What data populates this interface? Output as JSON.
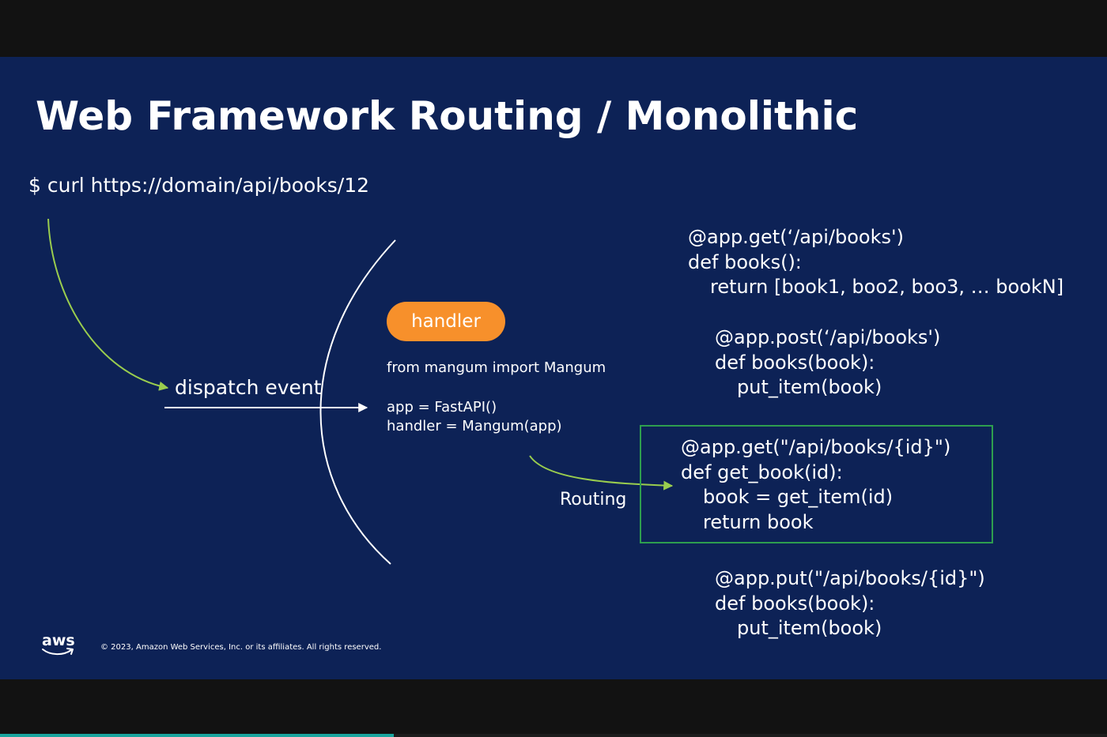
{
  "slide": {
    "title": "Web Framework Routing / Monolithic",
    "curl_command": "$ curl https://domain/api/books/12",
    "dispatch_label": "dispatch event",
    "handler_label": "handler",
    "handler_code": {
      "line1": "from mangum import Mangum",
      "line2": "app = FastAPI()",
      "line3": "handler = Mangum(app)"
    },
    "routing_label": "Routing",
    "routes": {
      "get_books": {
        "line1": "@app.get(‘/api/books')",
        "line2": "def books():",
        "line3": "return [book1, boo2, boo3, … bookN]"
      },
      "post_books": {
        "line1": "@app.post(‘/api/books')",
        "line2": "def books(book):",
        "line3": "put_item(book)"
      },
      "get_book": {
        "line1": "@app.get(\"/api/books/{id}\")",
        "line2": "def get_book(id):",
        "line3": "book = get_item(id)",
        "line4": "return book"
      },
      "put_books": {
        "line1": "@app.put(\"/api/books/{id}\")",
        "line2": "def books(book):",
        "line3": "put_item(book)"
      }
    },
    "logo_text": "aws",
    "copyright": "© 2023, Amazon Web Services, Inc. or its affiliates. All rights reserved."
  },
  "player": {
    "progress_fraction": 0.356
  },
  "colors": {
    "slide_background": "#0d2256",
    "letterbox": "#121212",
    "handler_pill": "#f7902b",
    "arrow_green": "#9acd4e",
    "highlight_box": "#2e9e4f",
    "progress": "#1aa59e"
  },
  "icons": {
    "curved_arrow": "green-curved-arrow",
    "straight_arrow": "white-right-arrow",
    "boundary": "curved-boundary-line",
    "logo": "aws-smile-logo"
  }
}
